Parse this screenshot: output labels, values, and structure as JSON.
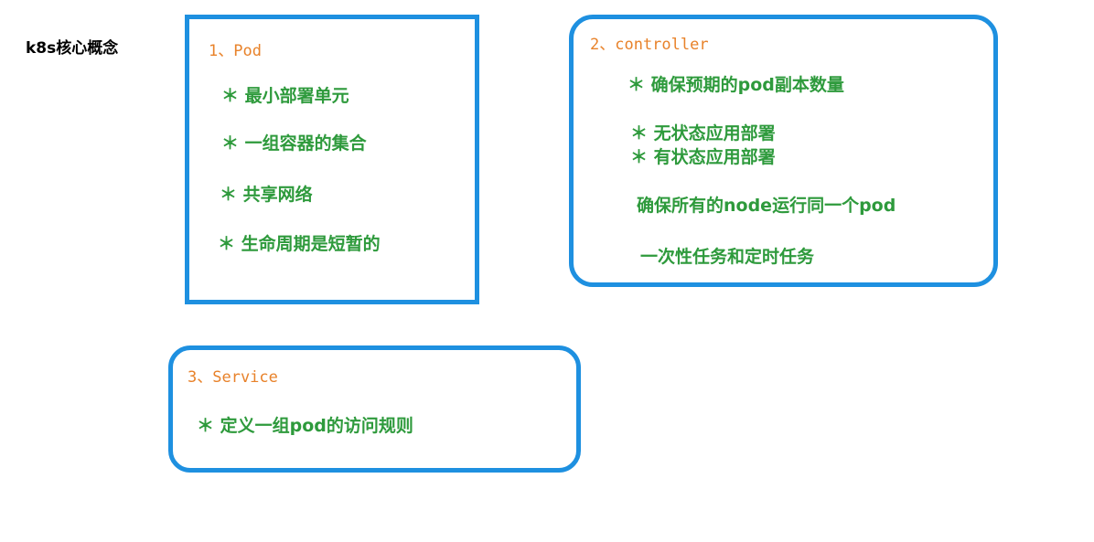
{
  "page_title": "k8s核心概念",
  "pod": {
    "title": "1、Pod",
    "items": [
      "＊ 最小部署单元",
      "＊ 一组容器的集合",
      "＊ 共享网络",
      "＊ 生命周期是短暂的"
    ]
  },
  "controller": {
    "title": "2、controller",
    "items": [
      "＊ 确保预期的pod副本数量",
      "＊ 无状态应用部署",
      "＊ 有状态应用部署",
      "确保所有的node运行同一个pod",
      "一次性任务和定时任务"
    ]
  },
  "service": {
    "title": "3、Service",
    "items": [
      "＊ 定义一组pod的访问规则"
    ]
  },
  "colors": {
    "border": "#1e90e0",
    "title": "#e8822a",
    "item": "#2e9a3c"
  }
}
